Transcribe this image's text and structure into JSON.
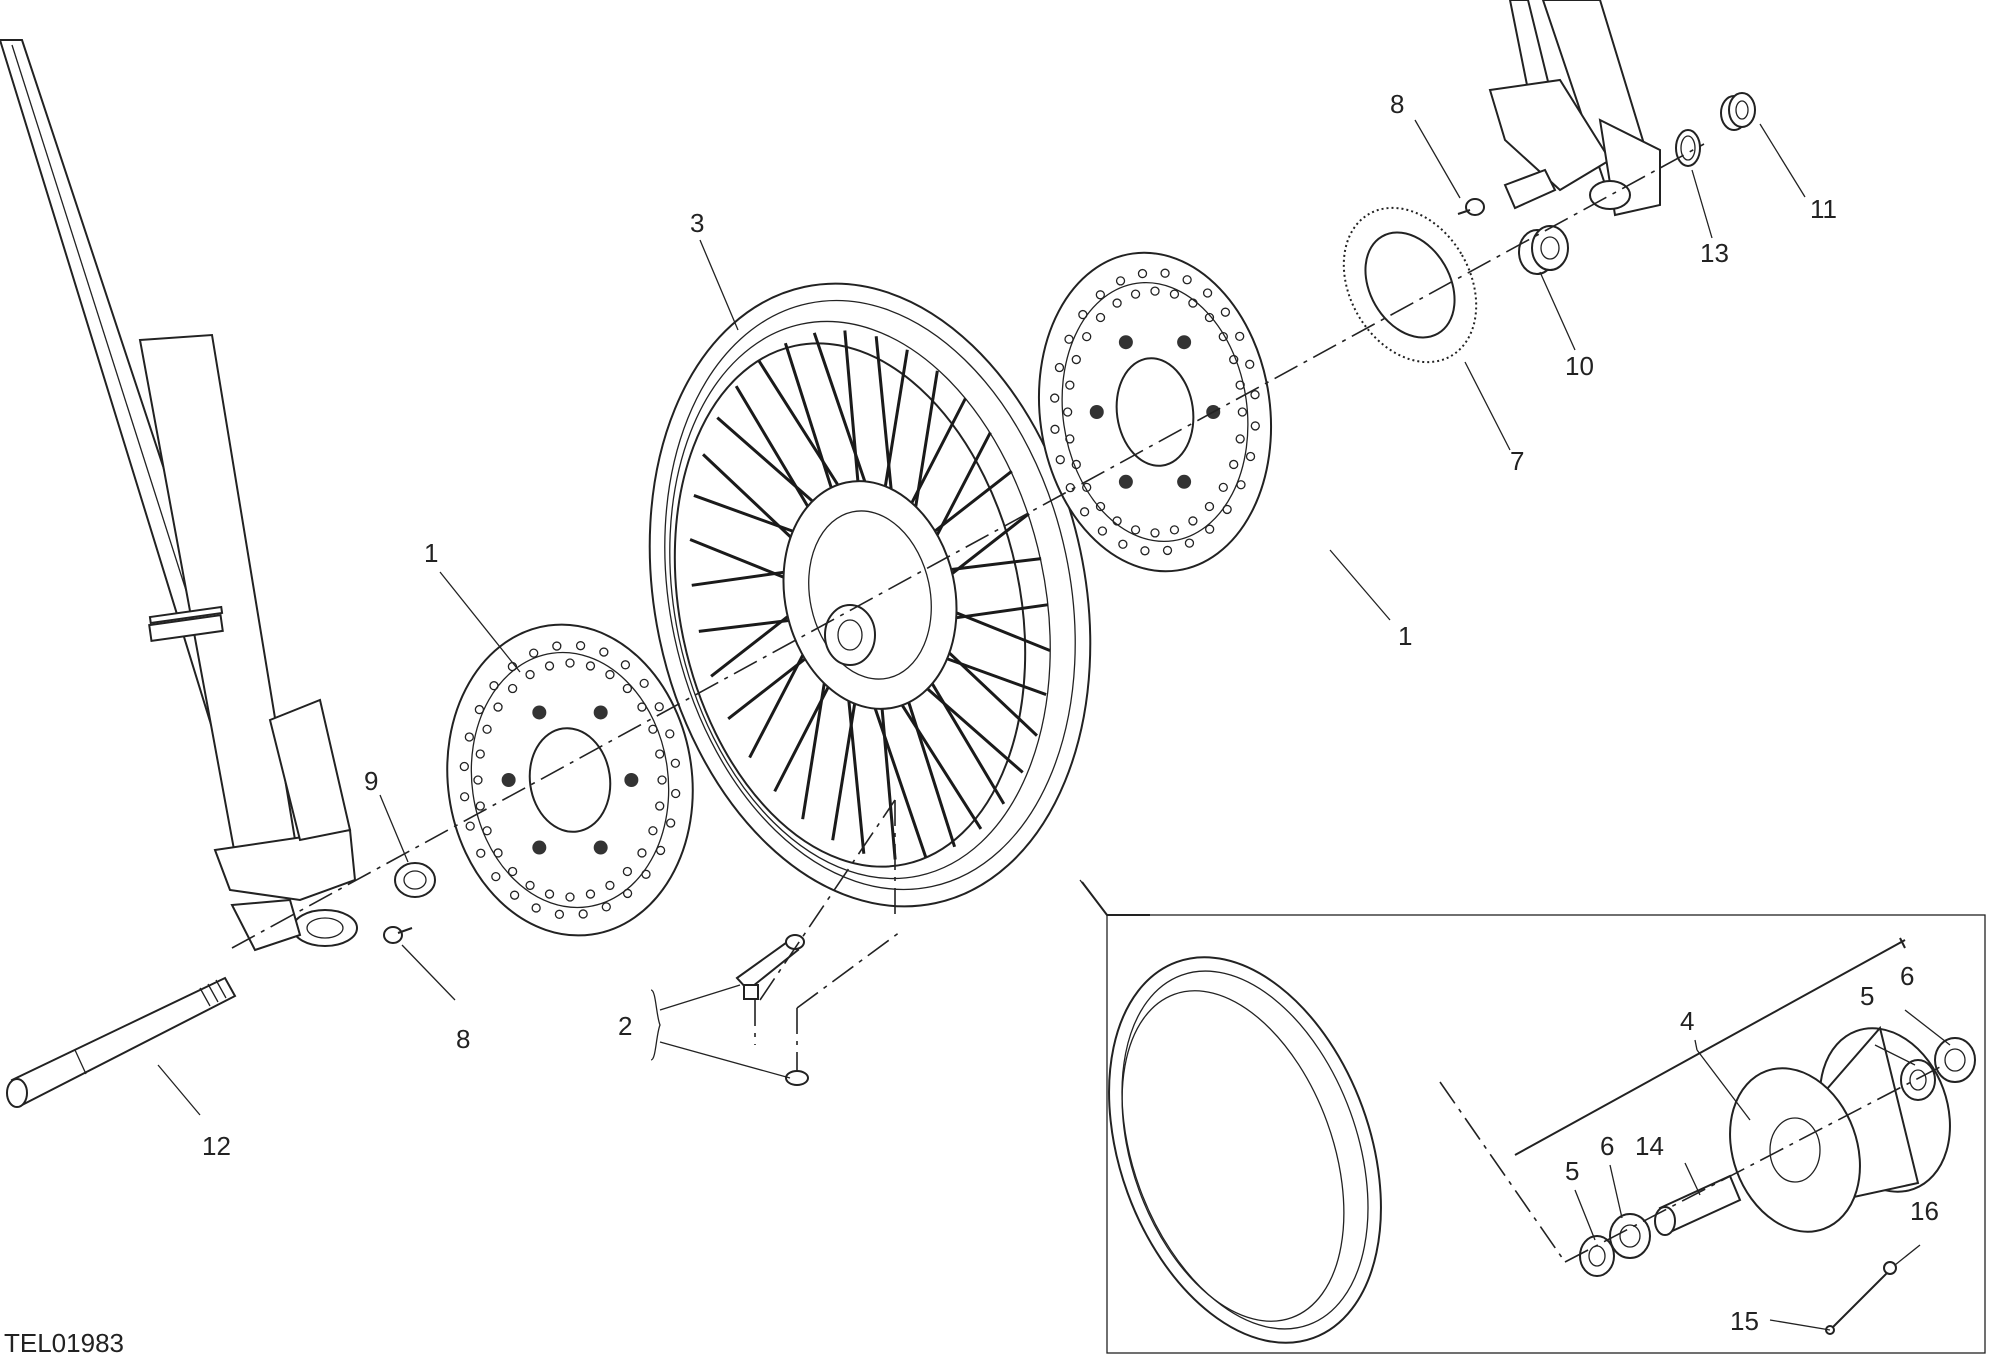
{
  "reference_code": "TEL01983",
  "callouts": [
    {
      "id": "c1a",
      "text": "1"
    },
    {
      "id": "c1b",
      "text": "1"
    },
    {
      "id": "c2",
      "text": "2"
    },
    {
      "id": "c3",
      "text": "3"
    },
    {
      "id": "c4",
      "text": "4"
    },
    {
      "id": "c5a",
      "text": "5"
    },
    {
      "id": "c5b",
      "text": "5"
    },
    {
      "id": "c6a",
      "text": "6"
    },
    {
      "id": "c6b",
      "text": "6"
    },
    {
      "id": "c7",
      "text": "7"
    },
    {
      "id": "c8a",
      "text": "8"
    },
    {
      "id": "c8b",
      "text": "8"
    },
    {
      "id": "c9",
      "text": "9"
    },
    {
      "id": "c10",
      "text": "10"
    },
    {
      "id": "c11",
      "text": "11"
    },
    {
      "id": "c12",
      "text": "12"
    },
    {
      "id": "c13",
      "text": "13"
    },
    {
      "id": "c14",
      "text": "14"
    },
    {
      "id": "c15",
      "text": "15"
    },
    {
      "id": "c16",
      "text": "16"
    }
  ]
}
